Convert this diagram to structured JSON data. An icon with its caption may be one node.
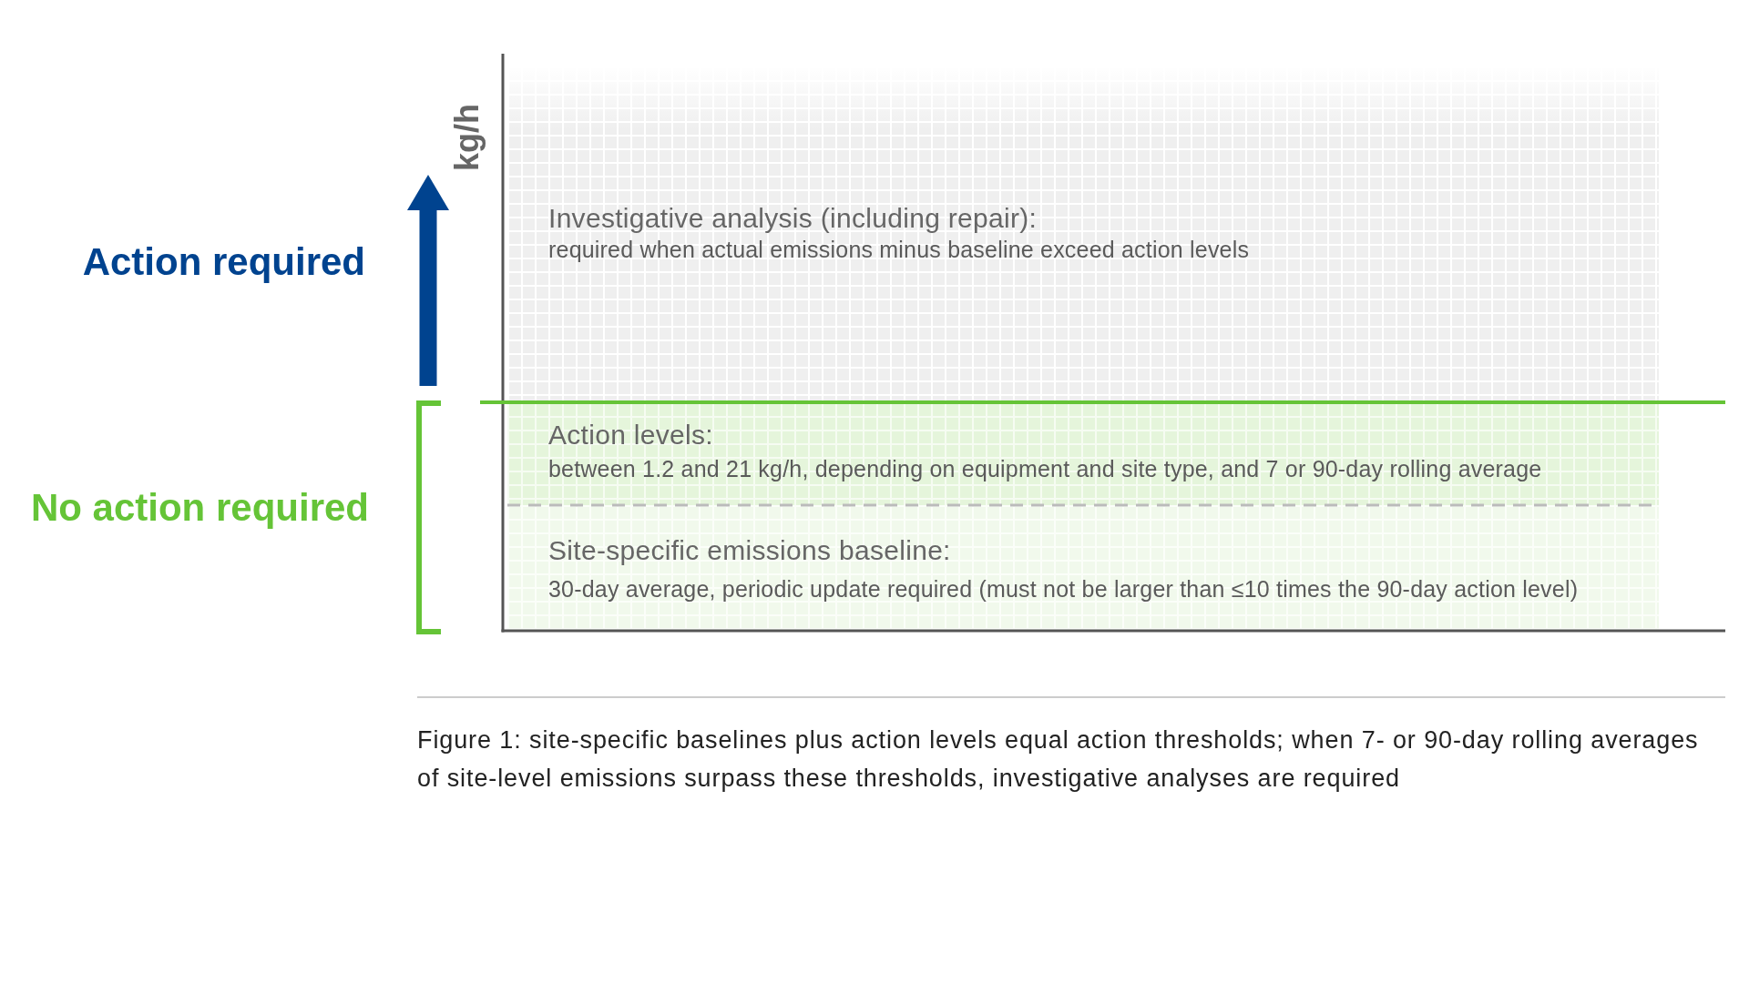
{
  "diagram": {
    "caption": "Figure 1: site-specific baselines plus action levels equal action thresholds; when 7- or 90-day rolling averages of site-level emissions surpass these thresholds, investigative analyses are required",
    "nodes": [
      {
        "text": [
          "Investigative analysis (including repair):",
          "required when actual emissions minus baseline exceed action levels"
        ]
      },
      {
        "text": [
          "Action levels:",
          "between 1.2 and 21 kg/h, depending on equipment and site type, and 7 or 90-day rolling average"
        ]
      },
      {
        "text": [
          "Site-specific emissions baseline:",
          "30-day average, periodic update required (must not be larger than ≤10 times the 90-day action level)"
        ]
      }
    ],
    "labels": [
      "kg/h",
      "Action required",
      "No action required"
    ]
  }
}
